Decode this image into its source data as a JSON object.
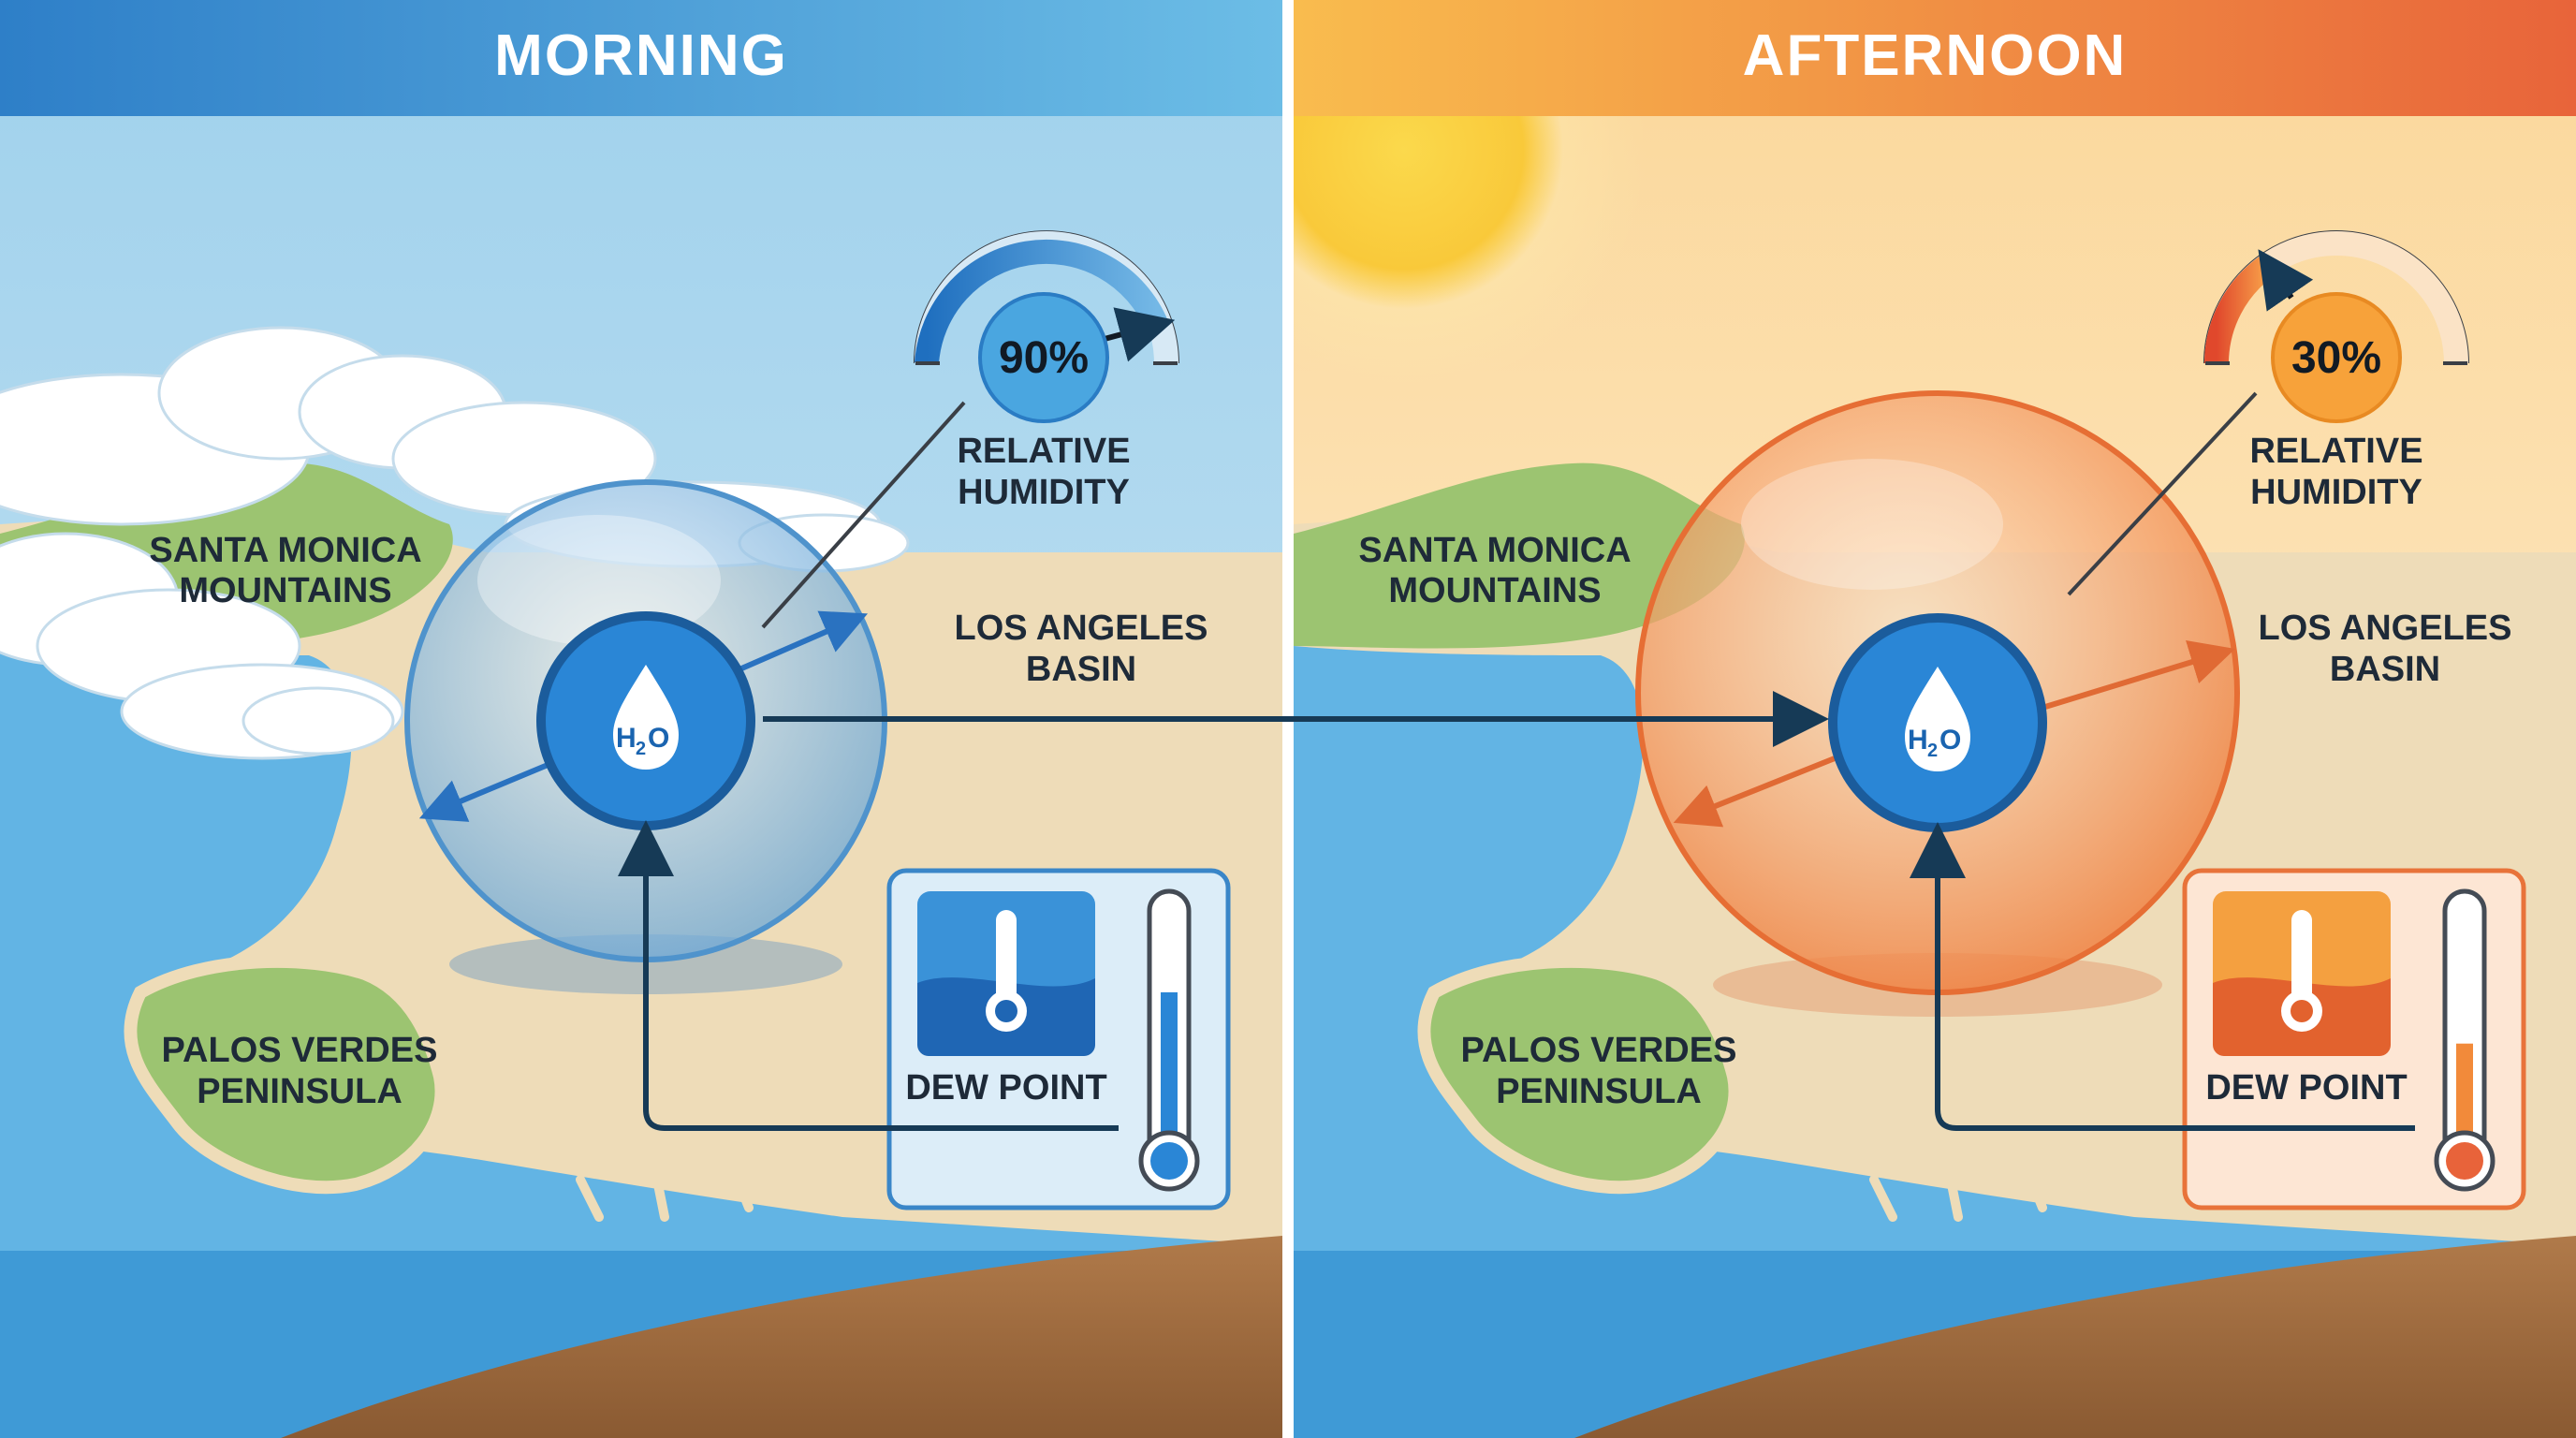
{
  "panels": {
    "morning": {
      "header": "MORNING",
      "humidity_label_line1": "RELATIVE",
      "humidity_label_line2": "HUMIDITY",
      "humidity_value_text": "90%",
      "humidity_fraction": 0.9,
      "region_santa_monica_line1": "SANTA MONICA",
      "region_santa_monica_line2": "MOUNTAINS",
      "region_la_basin_line1": "LOS ANGELES",
      "region_la_basin_line2": "BASIN",
      "region_palos_verdes_line1": "PALOS VERDES",
      "region_palos_verdes_line2": "PENINSULA",
      "molecule_label": "H",
      "molecule_sub": "2",
      "molecule_tail": "O",
      "dew_point_label": "DEW POINT",
      "thermometer_fill_fraction": 0.65,
      "accent_color": "#2f80cc"
    },
    "afternoon": {
      "header": "AFTERNOON",
      "humidity_label_line1": "RELATIVE",
      "humidity_label_line2": "HUMIDITY",
      "humidity_value_text": "30%",
      "humidity_fraction": 0.3,
      "region_santa_monica_line1": "SANTA MONICA",
      "region_santa_monica_line2": "MOUNTAINS",
      "region_la_basin_line1": "LOS ANGELES",
      "region_la_basin_line2": "BASIN",
      "region_palos_verdes_line1": "PALOS VERDES",
      "region_palos_verdes_line2": "PENINSULA",
      "molecule_label": "H",
      "molecule_sub": "2",
      "molecule_tail": "O",
      "dew_point_label": "DEW POINT",
      "thermometer_fill_fraction": 0.45,
      "accent_color": "#e8733a"
    }
  },
  "colors": {
    "morning_header": "#3a8fd6",
    "afternoon_header": "#f08a34",
    "ocean": "#62b4e4",
    "land": "#eedcb8",
    "hills": "#9cc471",
    "ground": "#a56f41",
    "sun": "#f8c93c"
  }
}
